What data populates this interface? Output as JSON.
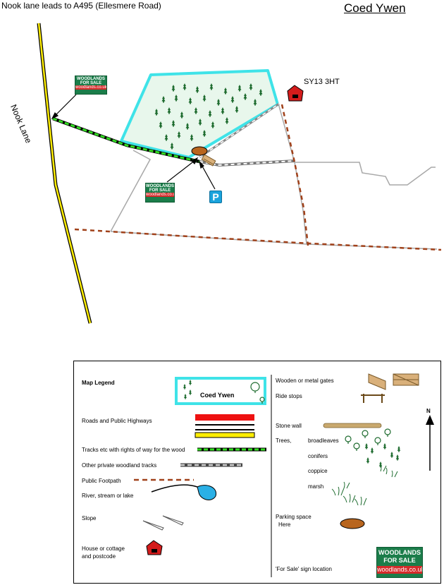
{
  "header": {
    "note": "Nook lane leads to A495  (Ellesmere Road)",
    "title": "Coed Ywen"
  },
  "map": {
    "road_label": "Nook Lane",
    "postcode": "SY13 3HT",
    "parking_symbol": "P",
    "sign": {
      "line1": "WOODLANDS",
      "line2": "FOR SALE",
      "line3": "woodlands.co.uk"
    }
  },
  "legend": {
    "title": "Map Legend",
    "wood_label": "Coed Ywen",
    "items_left": [
      "Roads and Public Highways",
      "Tracks etc with rights of way for the wood",
      "Other private woodland tracks",
      "Public Footpath",
      "River, stream or lake",
      "Slope",
      "House or cottage\nand postcode"
    ],
    "items_right": {
      "gates": "Wooden or metal gates",
      "ride_stops": "Ride stops",
      "stone_wall": "Stone wall",
      "trees": "Trees,",
      "broadleaves": "broadleaves",
      "conifers": "conifers",
      "coppice": "coppice",
      "marsh": "marsh",
      "parking_line1": "Parking space",
      "parking_line2": "Here",
      "for_sale": "'For Sale'  sign location"
    },
    "north": "N"
  },
  "colors": {
    "wood_border": "#3fe3e8",
    "wood_fill": "#e8f7ec",
    "road_yellow": "#ffee00",
    "track_green": "#33dd22",
    "footpath_brown": "#a0411a",
    "boundary_grey": "#a8a8a8",
    "parking_blue": "#1aa3dc",
    "house_red": "#d41c1c",
    "sign_green": "#1b7d4a",
    "conifer_green": "#1d6b2e"
  }
}
